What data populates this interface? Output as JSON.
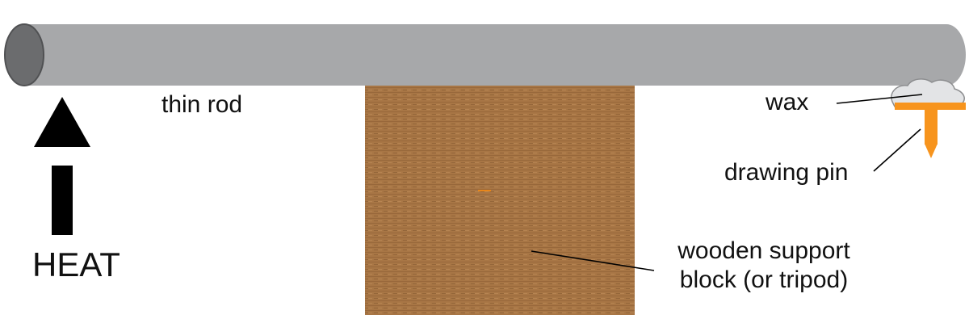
{
  "labels": {
    "thin_rod": "thin rod",
    "wax": "wax",
    "drawing_pin": "drawing pin",
    "support_block": "wooden support block (or tripod)",
    "heat": "HEAT"
  },
  "colors": {
    "rod": "#a7a8aa",
    "rod_end": "#6b6c6e",
    "wood": "#a87645",
    "wax": "#e3e4e6",
    "pin": "#f7941d",
    "arrow": "#000000",
    "text": "#111111"
  },
  "icons": {
    "arrow": "up-arrow-icon",
    "pin": "drawing-pin-icon",
    "wax": "wax-blob-icon"
  }
}
